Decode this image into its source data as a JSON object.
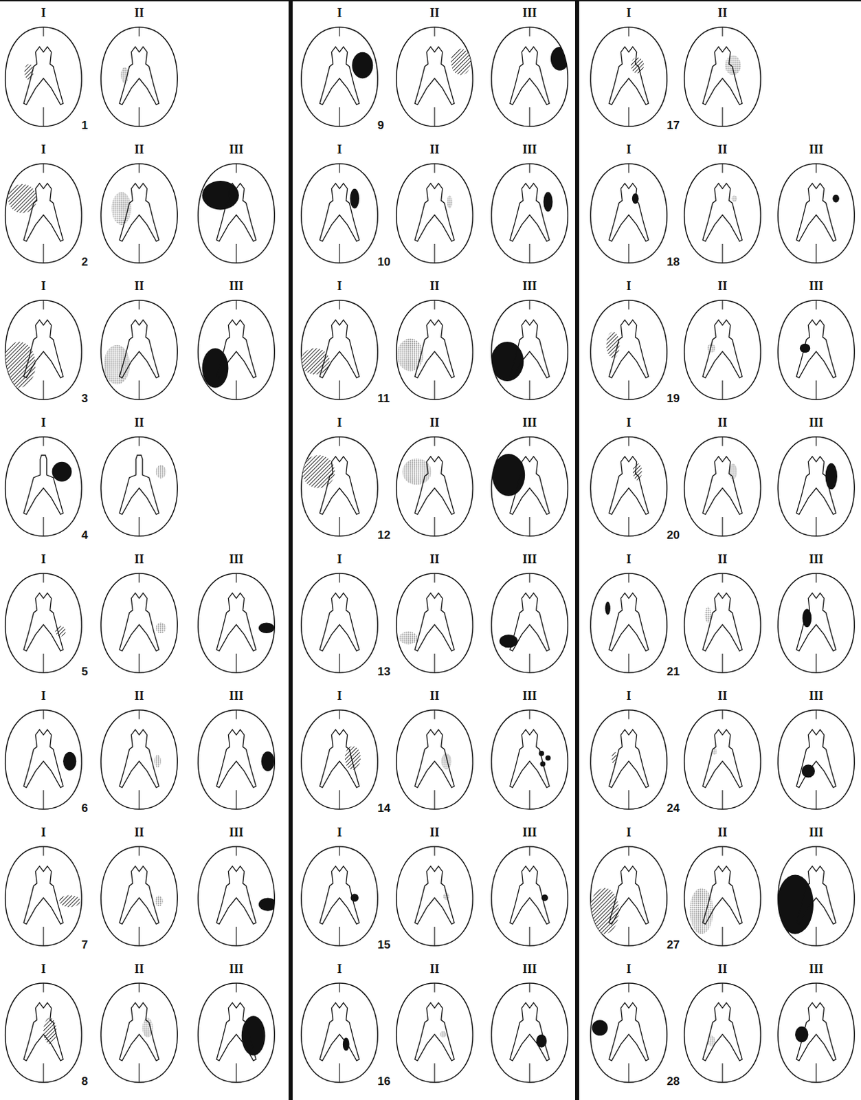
{
  "diagram": {
    "labels": [
      "I",
      "II",
      "1",
      "I",
      "II",
      "III",
      "2",
      "I",
      "II",
      "III",
      "3",
      "I",
      "II",
      "4",
      "I",
      "II",
      "III",
      "5",
      "I",
      "II",
      "III",
      "6",
      "I",
      "II",
      "III",
      "7",
      "I",
      "II",
      "III",
      "8",
      "I",
      "II",
      "III",
      "9",
      "I",
      "II",
      "III",
      "10",
      "I",
      "II",
      "III",
      "11",
      "I",
      "II",
      "III",
      "12",
      "I",
      "II",
      "III",
      "13",
      "I",
      "II",
      "III",
      "14",
      "I",
      "II",
      "III",
      "15",
      "I",
      "II",
      "III",
      "16",
      "I",
      "II",
      "17",
      "I",
      "II",
      "III",
      "18",
      "I",
      "II",
      "III",
      "19",
      "I",
      "II",
      "III",
      "20",
      "I",
      "II",
      "III",
      "21",
      "I",
      "II",
      "III",
      "24",
      "I",
      "II",
      "III",
      "27",
      "I",
      "II",
      "III",
      "28"
    ]
  }
}
